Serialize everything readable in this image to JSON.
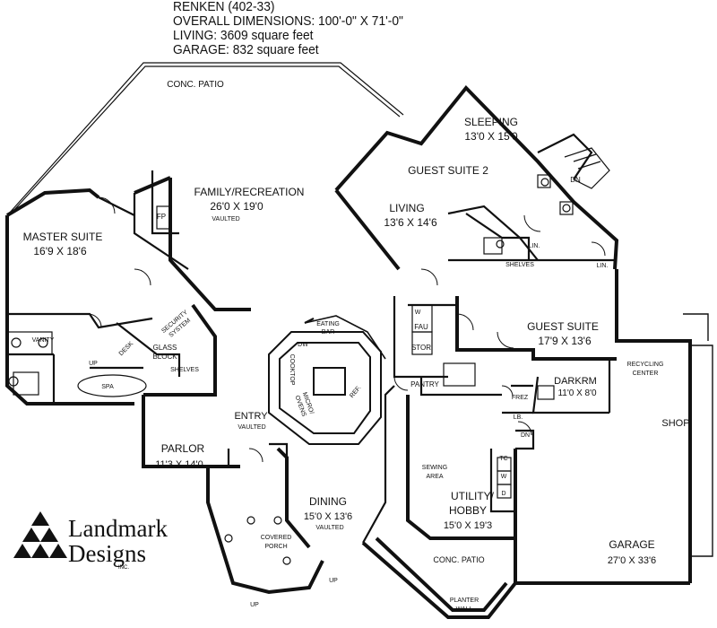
{
  "header": {
    "plan": "RENKEN (402-33)",
    "dimensions": "OVERALL DIMENSIONS: 100'-0\" X 71'-0\"",
    "living": "LIVING: 3609 square feet",
    "garage": "GARAGE: 832 square feet"
  },
  "logo": {
    "line1": "Landmark",
    "line2": "Designs",
    "suffix": "INC."
  },
  "rooms": {
    "conc_patio_top": "CONC. PATIO",
    "sleeping": "SLEEPING",
    "sleeping_dim": "13'0 X 15'0",
    "guest_suite_2": "GUEST SUITE 2",
    "living": "LIVING",
    "living_dim": "13'6 X 14'6",
    "family": "FAMILY/RECREATION",
    "family_dim": "26'0 X 19'0",
    "family_note": "VAULTED",
    "master": "MASTER SUITE",
    "master_dim": "16'9 X 18'6",
    "fp": "FP",
    "dn_top": "DN",
    "lin_1": "LIN.",
    "lin_2": "LIN.",
    "shelves_top": "SHELVES",
    "security_1": "SECURITY",
    "security_2": "SYSTEM",
    "vanity": "VANITY",
    "desk": "DESK",
    "glass_1": "GLASS",
    "glass_2": "BLOCK",
    "shelves_mid": "SHELVES",
    "up_master": "UP",
    "spa": "SPA",
    "eating_1": "EATING",
    "eating_2": "BAR",
    "dw": "DW",
    "cooktop": "COOKTOP",
    "micro": "MICRO/",
    "ovens": "OVENS",
    "ref": "REF.",
    "w": "W",
    "fau": "FAU",
    "stor": "STOR",
    "guest_suite": "GUEST SUITE",
    "guest_suite_dim": "17'9 X 13'6",
    "pantry": "PANTRY",
    "darkrm": "DARKRM",
    "darkrm_dim": "11'0 X 8'0",
    "recycling_1": "RECYCLING",
    "recycling_2": "CENTER",
    "frez": "FREZ",
    "lb": "LB.",
    "dn_garage": "DN",
    "shop": "SHOP",
    "entry": "ENTRY",
    "entry_note": "VAULTED",
    "parlor": "PARLOR",
    "parlor_dim": "11'3 X 14'0",
    "sewing_1": "SEWING",
    "sewing_2": "AREA",
    "tc": "TC",
    "w2": "W",
    "d": "D",
    "utility_1": "UTILITY/",
    "utility_2": "HOBBY",
    "utility_dim": "15'0 X 19'3",
    "dining": "DINING",
    "dining_dim": "15'0 X 13'6",
    "dining_note": "VAULTED",
    "covered_1": "COVERED",
    "covered_2": "PORCH",
    "garage": "GARAGE",
    "garage_dim": "27'0 X 33'6",
    "conc_patio_bottom": "CONC. PATIO",
    "planter_1": "PLANTER",
    "planter_2": "WALL",
    "up_porch": "UP",
    "up_bottom": "UP"
  }
}
